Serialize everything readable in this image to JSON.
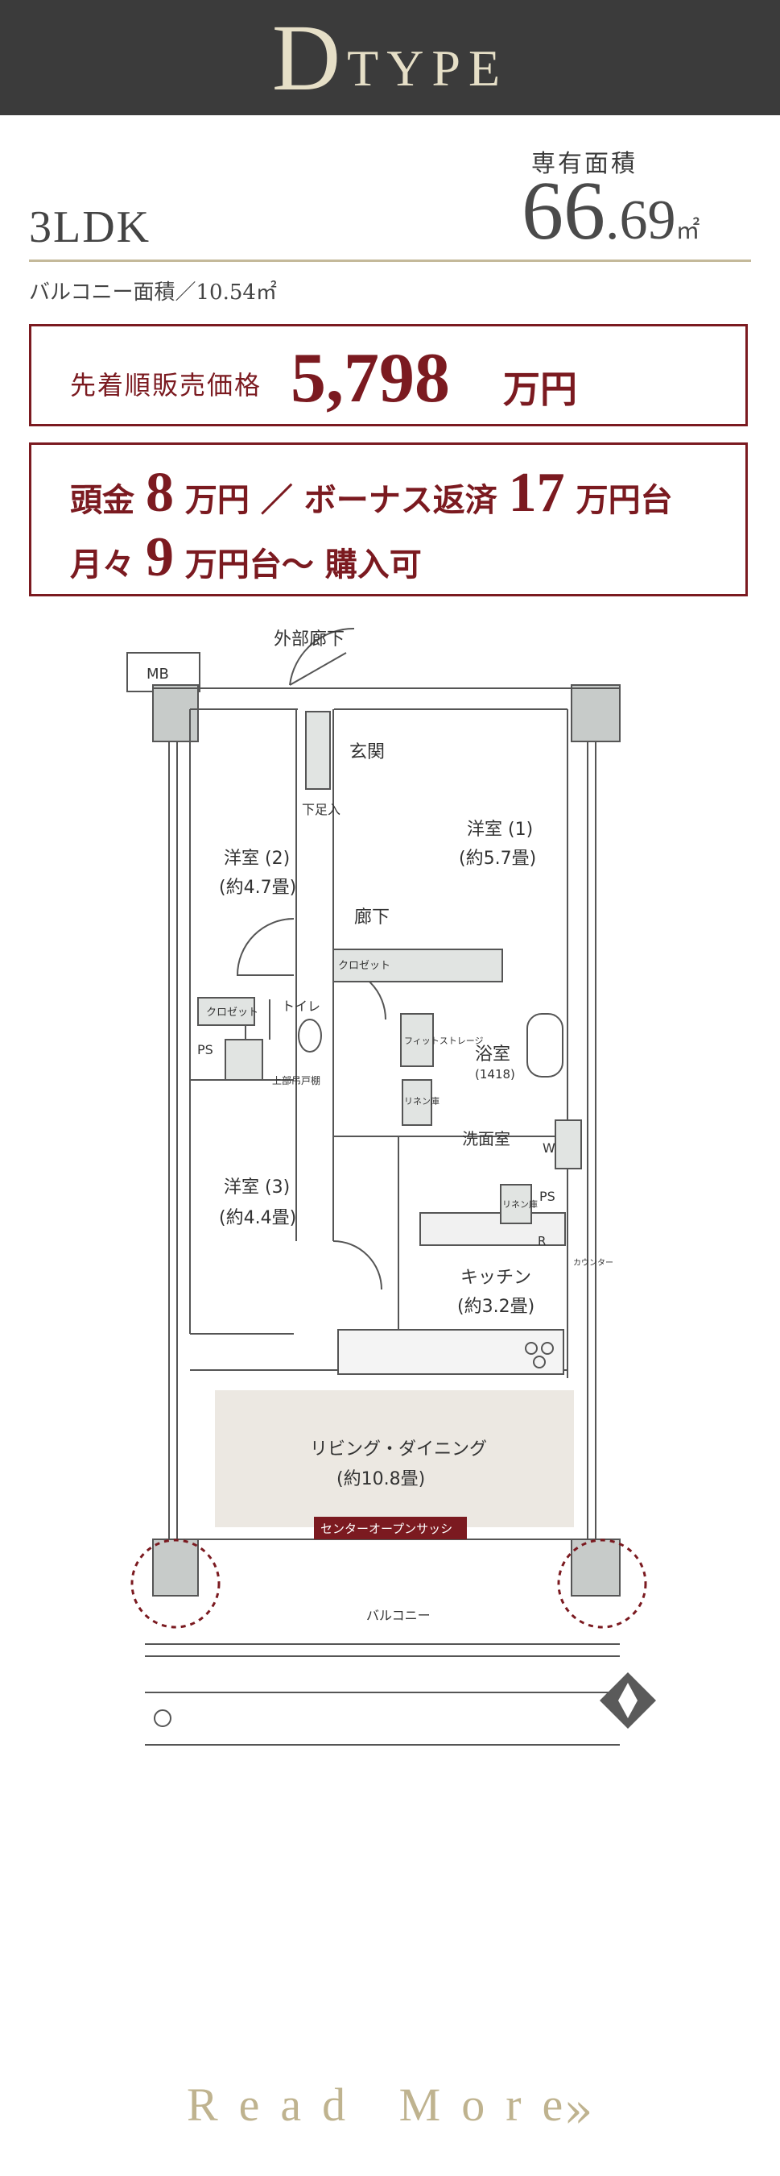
{
  "header": {
    "initial": "D",
    "rest": "TYPE"
  },
  "area": {
    "label": "専有面積",
    "int": "66",
    "dec": ".69",
    "unit": "㎡"
  },
  "layout_type": "3LDK",
  "balcony": "バルコニー面積／10.54㎡",
  "price": {
    "label": "先着順販売価格",
    "value": "5,798",
    "unit": "万円"
  },
  "payment": {
    "line1_a": "頭金",
    "line1_b": "8",
    "line1_c": "万円 ／ ボーナス返済",
    "line1_d": "17",
    "line1_e": "万円台",
    "line2_a": "月々",
    "line2_b": "9",
    "line2_c": "万円台〜 購入可"
  },
  "plan": {
    "outer_corridor": "外部廊下",
    "mb": "MB",
    "room1": "洋室 (1)",
    "room1_size": "(約5.7畳)",
    "room2": "洋室 (2)",
    "room2_size": "(約4.7畳)",
    "room3": "洋室 (3)",
    "room3_size": "(約4.4畳)",
    "entrance": "玄関",
    "shoes": "下足入",
    "hall": "廊下",
    "closet": "クロゼット",
    "toilet": "トイレ",
    "ps": "PS",
    "upper_shelf": "上部吊戸棚",
    "fit_storage": "フィットストレージ",
    "bath": "浴室",
    "bath_size": "(1418)",
    "linen": "リネン庫",
    "washroom": "洗面室",
    "wm": "W",
    "fridge": "R",
    "kitchen": "キッチン",
    "kitchen_size": "(約3.2畳)",
    "counter": "カウンター",
    "living": "リビング・ダイニング",
    "living_size": "(約10.8畳)",
    "sash": "センターオープンサッシ",
    "balcony": "バルコニー"
  },
  "read_more": "Read More",
  "read_more_icon": "double-chevron-right"
}
